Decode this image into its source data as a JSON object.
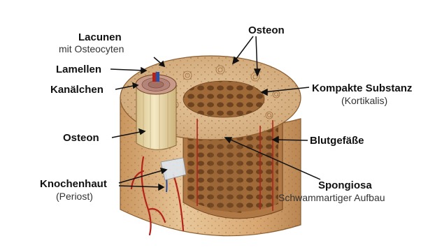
{
  "labels": {
    "lacunen_title": "Lacunen",
    "lacunen_sub": "mit Osteocyten",
    "lamellen": "Lamellen",
    "kanaelchen": "Kanälchen",
    "osteon_left": "Osteon",
    "knochenhaut_title": "Knochenhaut",
    "knochenhaut_sub": "(Periost)",
    "osteon_top": "Osteon",
    "kompakte_title": "Kompakte Substanz",
    "kompakte_sub": "(Kortikalis)",
    "blutgefaesse": "Blutgefäße",
    "spongiosa_title": "Spongiosa",
    "spongiosa_sub": "Schwammartiger Aufbau"
  },
  "colors": {
    "bone_outer": "#e8c79a",
    "bone_shadow": "#c9955e",
    "cortical_top": "#d9b48a",
    "spongy": "#8a5a2e",
    "marrow": "#b07844",
    "vessel_red": "#b3231a",
    "vessel_blue": "#2a4fa3",
    "osteon_cylinder": "#efe0b0",
    "arrow": "#111111"
  }
}
